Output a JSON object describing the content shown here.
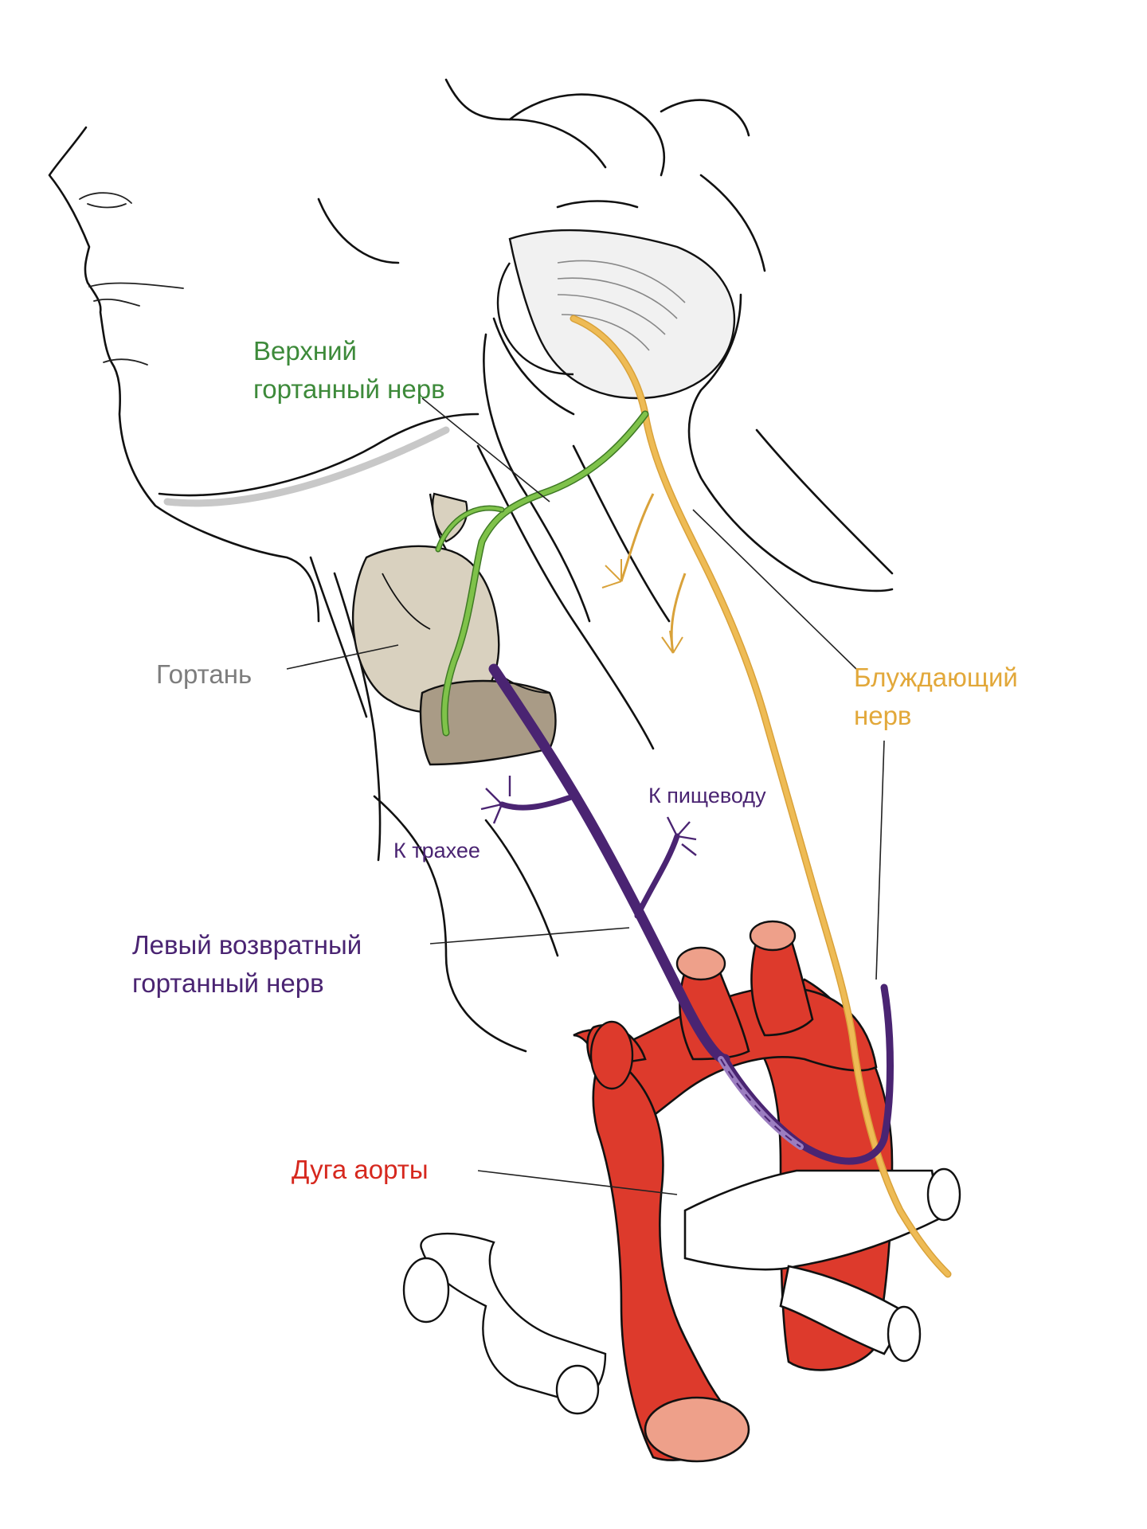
{
  "colors": {
    "vagus": "#eebb55",
    "vagus_edge": "#d9a23a",
    "superior": "#7fc24a",
    "superior_edge": "#3f7a25",
    "recurrent": "#4a2472",
    "recurrent_light": "#9b7dc0",
    "aorta": "#dd3a2c",
    "aorta_inner": "#eea08a",
    "larynx": "#d9d1bf",
    "cricoid": "#a99b86",
    "label_superior": "#3d8a3a",
    "label_larynx": "#7d7d7d",
    "label_vagus": "#e2a83a",
    "label_recurrent": "#4a2472",
    "label_aorta": "#d6281e"
  },
  "labels": {
    "superior_nerve": [
      "Верхний",
      "гортанный нерв"
    ],
    "larynx": "Гортань",
    "vagus_nerve": [
      "Блуждающий",
      "нерв"
    ],
    "to_esophagus": "К пищеводу",
    "to_trachea": "К трахее",
    "recurrent_nerve": [
      "Левый возвратный",
      "гортанный нерв"
    ],
    "aortic_arch": "Дуга аорты"
  }
}
